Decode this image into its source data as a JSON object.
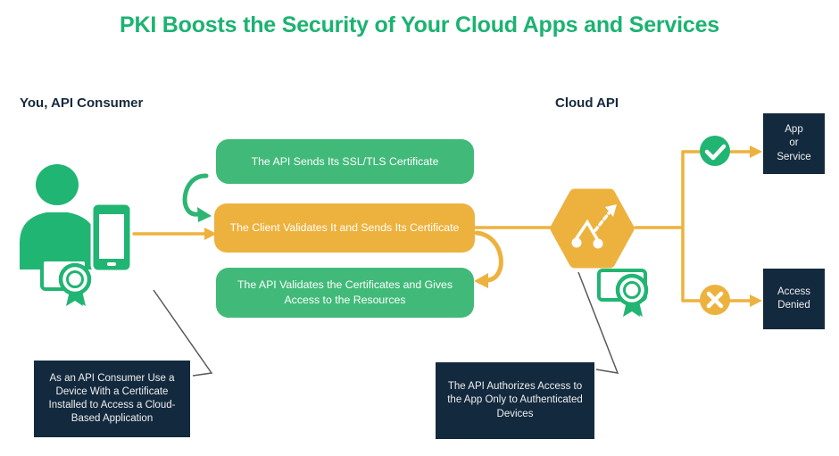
{
  "title": "PKI Boosts the Security of Your Cloud Apps and Services",
  "labels": {
    "consumer": "You, API Consumer",
    "cloud_api": "Cloud API"
  },
  "steps": [
    {
      "label": "The API Sends Its SSL/TLS Certificate",
      "color": "#41BA79"
    },
    {
      "label": "The Client Validates It and Sends Its Certificate",
      "color": "#EDB23E"
    },
    {
      "label": "The API Validates the Certificates and Gives Access to the Resources",
      "color": "#41BA79"
    }
  ],
  "outcomes": [
    {
      "label": "App or Service",
      "lines": [
        "App",
        "or",
        "Service"
      ],
      "icon": "check-circle-icon",
      "icon_color": "#21B573"
    },
    {
      "label": "Access Denied",
      "lines": [
        "Access",
        "Denied"
      ],
      "icon": "cross-circle-icon",
      "icon_color": "#EDB23E"
    }
  ],
  "callouts": [
    {
      "label": "As an API Consumer Use a Device With a Certificate Installed to Access a Cloud-Based Application"
    },
    {
      "label": "The API Authorizes Access to the App Only to Authenticated Devices"
    }
  ],
  "icons": {
    "consumer_side": [
      "person-icon",
      "phone-icon",
      "certificate-icon"
    ],
    "cloud_side": [
      "api-hexagon-icon",
      "api-share-icon",
      "certificate-icon"
    ]
  },
  "colors": {
    "title_green": "#1CB271",
    "icon_green": "#21B573",
    "step_green": "#41BA79",
    "yellow": "#EDB23E",
    "dark_navy": "#13293E",
    "callout_line": "#58595B"
  }
}
